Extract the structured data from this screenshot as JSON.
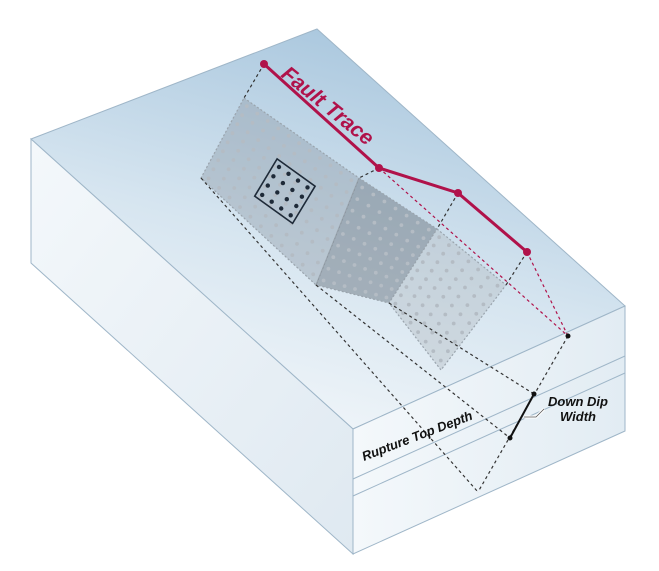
{
  "labels": {
    "fault_trace": "Fault Trace",
    "rupture_top_depth": "Rupture Top Depth",
    "down_dip_line1": "Down Dip",
    "down_dip_line2": "Width"
  },
  "colors": {
    "fault_trace": "#b0124a",
    "block_top_light": "#e9f1f7",
    "block_top_dark": "#a7c6de",
    "block_side": "#f2f7fb",
    "fault_plane": "#8e9aa4",
    "grid_dots": "#b4bcc4",
    "highlight_cell": "#1e2a38"
  },
  "icons": {
    "grid_node": "circle-dot",
    "trace_vertex": "red-circle-marker"
  }
}
